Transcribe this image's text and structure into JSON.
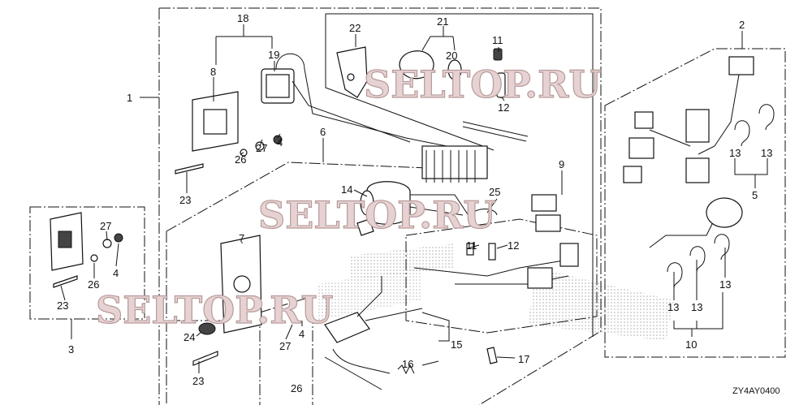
{
  "diagram_code": "ZY4AY0400",
  "watermark": "SELTOP.RU",
  "callouts": [
    "1",
    "18",
    "19",
    "8",
    "26",
    "27",
    "4",
    "23",
    "22",
    "21",
    "20",
    "11",
    "12",
    "2",
    "13",
    "13",
    "5",
    "6",
    "14",
    "9",
    "25",
    "11",
    "12",
    "7",
    "24",
    "23",
    "27",
    "4",
    "26",
    "15",
    "16",
    "17",
    "13",
    "13",
    "13",
    "10",
    "3",
    "27",
    "4",
    "26",
    "23"
  ]
}
